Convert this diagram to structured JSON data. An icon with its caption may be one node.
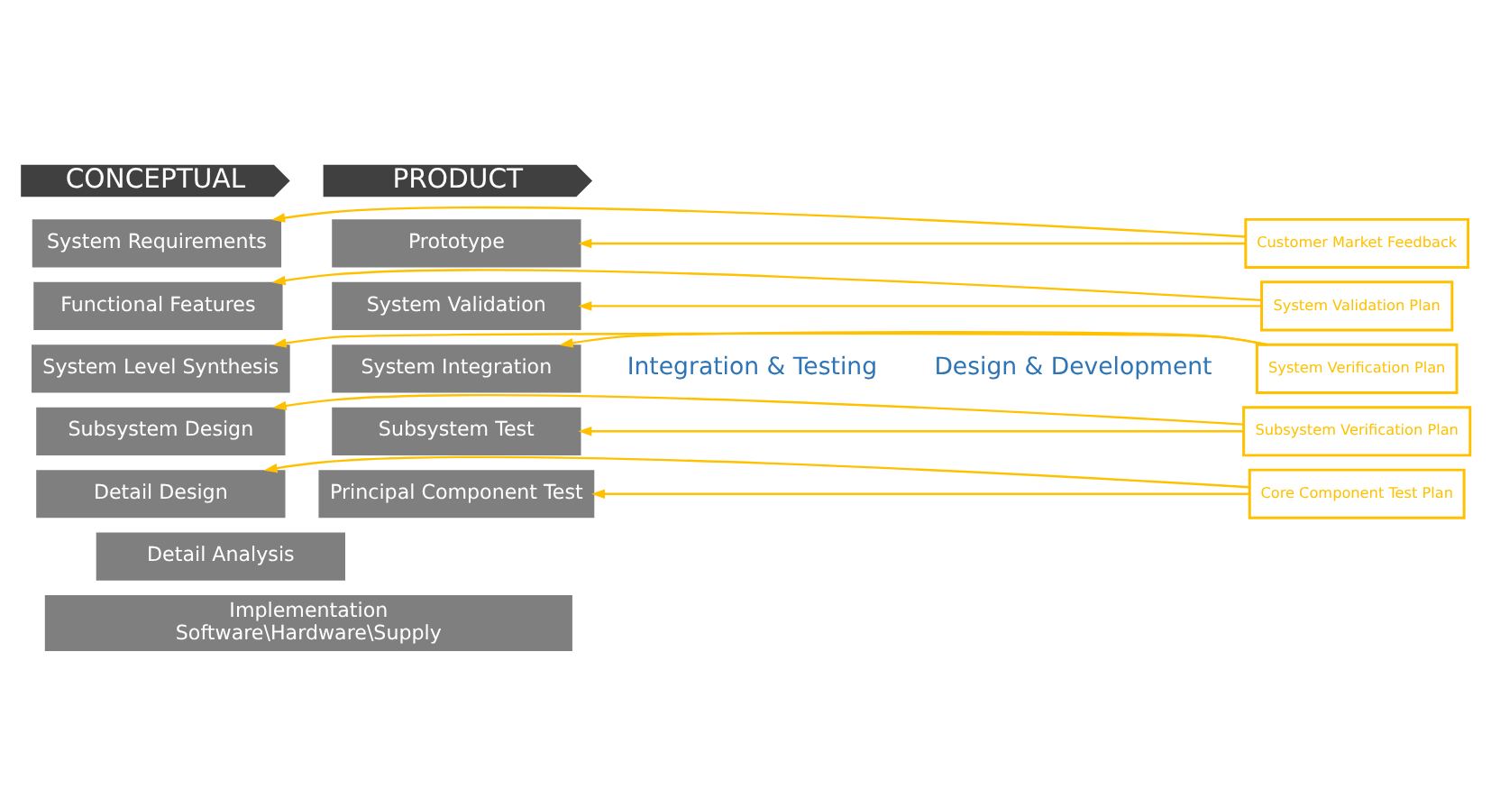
{
  "diagram": {
    "nodes": [
      {
        "text": [
          "CONCEPTUAL"
        ]
      },
      {
        "text": [
          "PRODUCT"
        ]
      },
      {
        "text": [
          "System Requirements"
        ]
      },
      {
        "text": [
          "Functional Features"
        ]
      },
      {
        "text": [
          "System Level Synthesis"
        ]
      },
      {
        "text": [
          "Subsystem Design"
        ]
      },
      {
        "text": [
          "Detail Design"
        ]
      },
      {
        "text": [
          "Detail Analysis"
        ]
      },
      {
        "text": [
          "Prototype"
        ]
      },
      {
        "text": [
          "System Validation"
        ]
      },
      {
        "text": [
          "System Integration"
        ]
      },
      {
        "text": [
          "Subsystem Test"
        ]
      },
      {
        "text": [
          "Principal Component Test"
        ]
      },
      {
        "text": [
          "Implementation",
          "Software\\Hardware\\Supply"
        ]
      },
      {
        "text": [
          "Customer Market Feedback"
        ]
      },
      {
        "text": [
          "System Validation Plan"
        ]
      },
      {
        "text": [
          "System Verification Plan"
        ]
      },
      {
        "text": [
          "Subsystem Verification Plan"
        ]
      },
      {
        "text": [
          "Core Component Test Plan"
        ]
      }
    ],
    "edges": [
      {
        "from": 14,
        "to": 2,
        "arrow": "to"
      },
      {
        "from": 14,
        "to": 8,
        "arrow": "to"
      },
      {
        "from": 15,
        "to": 3,
        "arrow": "to"
      },
      {
        "from": 15,
        "to": 9,
        "arrow": "to"
      },
      {
        "from": 16,
        "to": 4,
        "arrow": "to"
      },
      {
        "from": 16,
        "to": 10,
        "arrow": "to"
      },
      {
        "from": 17,
        "to": 5,
        "arrow": "to"
      },
      {
        "from": 17,
        "to": 11,
        "arrow": "to"
      },
      {
        "from": 18,
        "to": 6,
        "arrow": "to"
      },
      {
        "from": 18,
        "to": 12,
        "arrow": "to"
      }
    ],
    "labels": [
      "Design & Development",
      "Integration & Testing"
    ]
  }
}
